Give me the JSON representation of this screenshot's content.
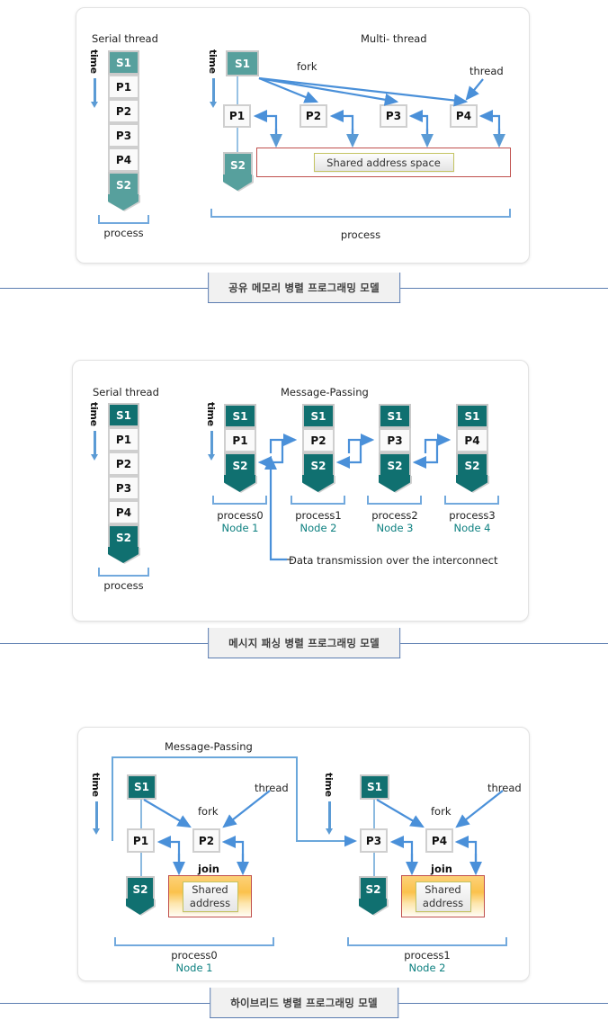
{
  "figures": [
    {
      "id": "shared-memory",
      "caption": "공유 메모리 병렬 프로그래밍 모델",
      "left_title": "Serial thread",
      "right_title": "Multi- thread",
      "time_label": "time",
      "serial": {
        "blocks": [
          "S1",
          "P1",
          "P2",
          "P3",
          "P4",
          "S2"
        ],
        "bracket_label": "process"
      },
      "multi": {
        "root": "S1",
        "threads": [
          "P1",
          "P2",
          "P3",
          "P4"
        ],
        "end": "S2",
        "fork_label": "fork",
        "thread_label": "thread",
        "shared_label": "Shared address space",
        "bracket_label": "process"
      }
    },
    {
      "id": "message-passing",
      "caption": "메시지 패싱 병렬 프로그래밍 모델",
      "left_title": "Serial thread",
      "right_title": "Message-Passing",
      "time_label": "time",
      "serial": {
        "blocks": [
          "S1",
          "P1",
          "P2",
          "P3",
          "P4",
          "S2"
        ],
        "bracket_label": "process"
      },
      "processes": [
        {
          "blocks": [
            "S1",
            "P1",
            "S2"
          ],
          "process": "process0",
          "node": "Node 1"
        },
        {
          "blocks": [
            "S1",
            "P2",
            "S2"
          ],
          "process": "process1",
          "node": "Node 2"
        },
        {
          "blocks": [
            "S1",
            "P3",
            "S2"
          ],
          "process": "process2",
          "node": "Node 3"
        },
        {
          "blocks": [
            "S1",
            "P4",
            "S2"
          ],
          "process": "process3",
          "node": "Node 4"
        }
      ],
      "transmission_label": "Data transmission over the interconnect"
    },
    {
      "id": "hybrid",
      "caption": "하이브리드 병렬 프로그래밍 모델",
      "title": "Message-Passing",
      "time_label": "time",
      "groups": [
        {
          "root": "S1",
          "threads": [
            "P1",
            "P2"
          ],
          "end": "S2",
          "fork_label": "fork",
          "join_label": "join",
          "thread_label": "thread",
          "shared_line1": "Shared",
          "shared_line2": "address",
          "process": "process0",
          "node": "Node 1"
        },
        {
          "root": "S1",
          "threads": [
            "P3",
            "P4"
          ],
          "end": "S2",
          "fork_label": "fork",
          "join_label": "join",
          "thread_label": "thread",
          "shared_line1": "Shared",
          "shared_line2": "address",
          "process": "process1",
          "node": "Node 2"
        }
      ]
    }
  ],
  "colors": {
    "teal_light": "#57a09d",
    "teal_dark": "#107070",
    "arrow_blue": "#5b9bd5",
    "node_text": "#0d8080",
    "caption_rule": "#5b7db1",
    "shared_border": "#c0504d"
  }
}
